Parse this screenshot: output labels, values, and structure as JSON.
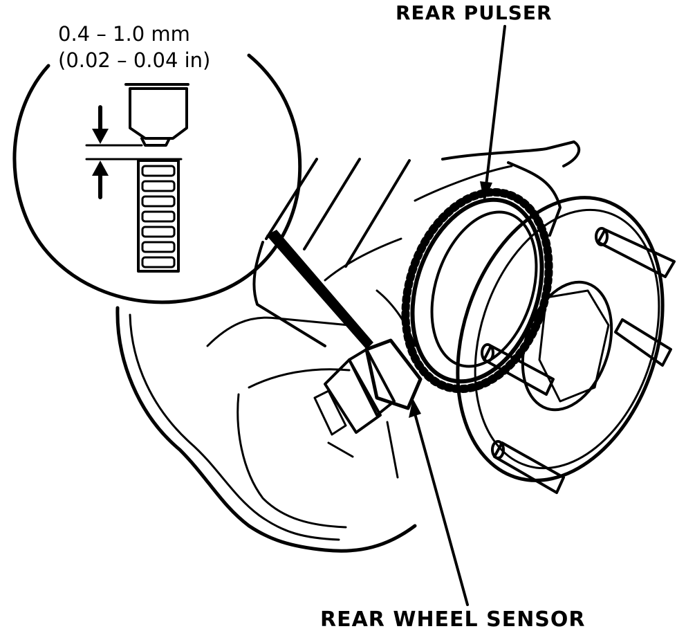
{
  "labels": {
    "rear_pulser": "REAR PULSER",
    "rear_wheel_sensor": "REAR WHEEL SENSOR",
    "gap_mm": "0.4 – 1.0 mm",
    "gap_in": "(0.02 – 0.04 in)"
  },
  "colors": {
    "ink": "#000000",
    "paper": "#ffffff"
  }
}
